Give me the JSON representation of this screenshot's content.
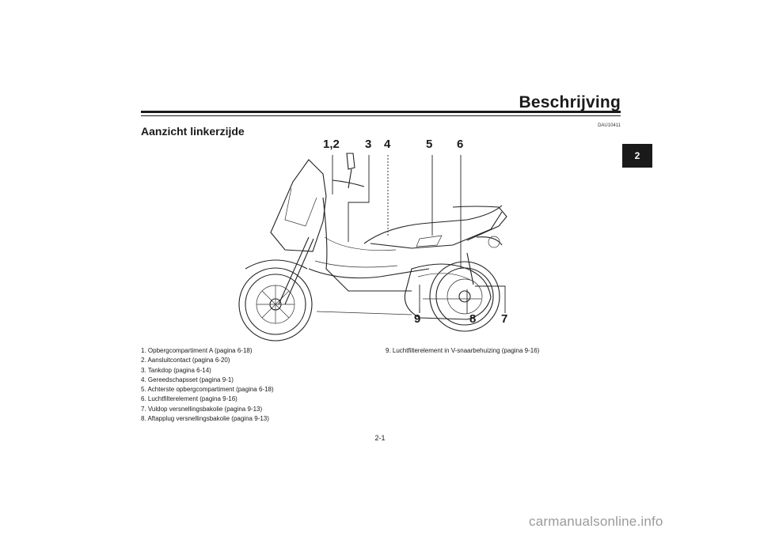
{
  "header": {
    "chapter_title": "Beschrijving",
    "chapter_tab": "2"
  },
  "section": {
    "title": "Aanzicht linkerzijde",
    "ref_code": "DAU10411"
  },
  "callouts": [
    "1,2",
    "3",
    "4",
    "5",
    "6",
    "9",
    "8",
    "7"
  ],
  "legend_left": [
    "1. Opbergcompartiment A (pagina 6-18)",
    "2. Aansluitcontact (pagina 6-20)",
    "3. Tankdop (pagina 6-14)",
    "4. Gereedschapsset (pagina 9-1)",
    "5. Achterste opbergcompartiment (pagina 6-18)",
    "6. Luchtfilterelement (pagina 9-16)",
    "7. Vuldop versnellingsbakolie (pagina 9-13)",
    "8. Aftapplug versnellingsbakolie (pagina 9-13)"
  ],
  "legend_right": [
    "9. Luchtfilterelement in V-snaarbehuizing (pagina 9-16)"
  ],
  "footer": {
    "page_number": "2-1",
    "watermark": "carmanualsonline.info"
  }
}
